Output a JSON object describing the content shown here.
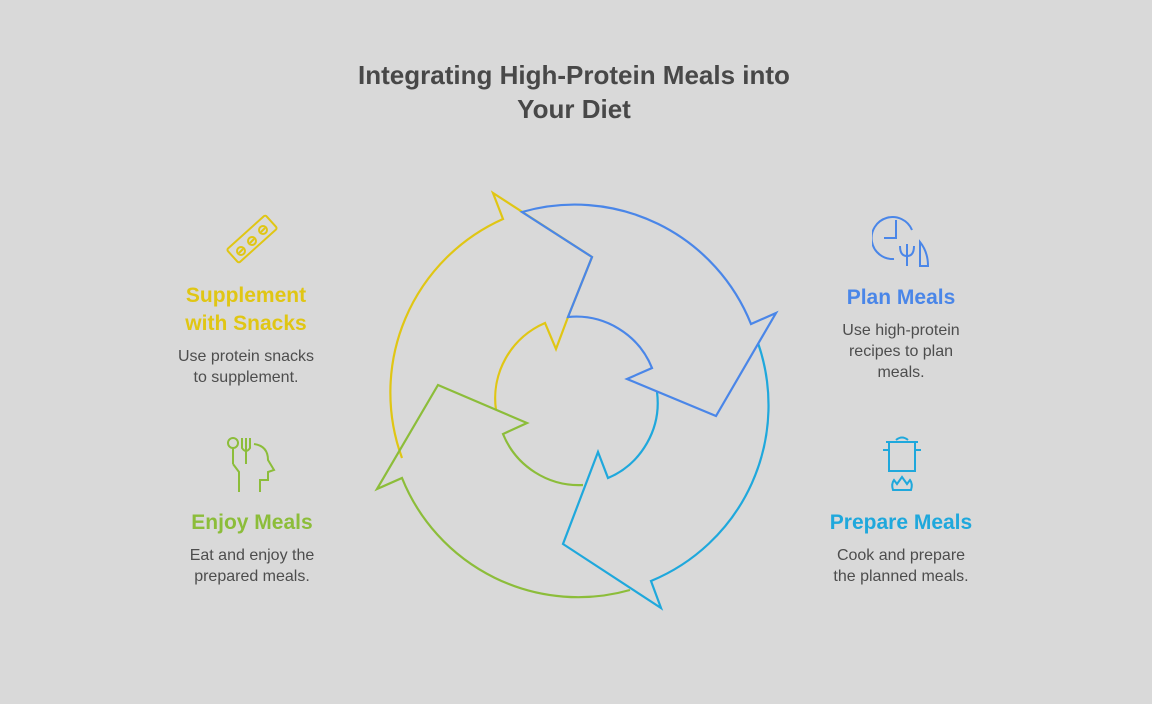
{
  "title": {
    "line1": "Integrating High-Protein Meals into",
    "line2": "Your Diet"
  },
  "steps": [
    {
      "title": "Supplement with Snacks",
      "title_line1": "Supplement",
      "title_line2": "with Snacks",
      "desc_line1": "Use protein snacks",
      "desc_line2": "to supplement.",
      "color": "#e0c614",
      "icon": "pill-strip-icon"
    },
    {
      "title": "Plan Meals",
      "desc_line1": "Use high-protein",
      "desc_line2": "recipes to plan",
      "desc_line3": "meals.",
      "color": "#4a86e8",
      "icon": "clock-utensils-icon"
    },
    {
      "title": "Prepare Meals",
      "desc_line1": "Cook and prepare",
      "desc_line2": "the planned meals.",
      "color": "#1fa8dc",
      "icon": "cooking-pot-icon"
    },
    {
      "title": "Enjoy Meals",
      "desc_line1": "Eat and enjoy the",
      "desc_line2": "prepared meals.",
      "color": "#8cbd3a",
      "icon": "head-utensils-icon"
    }
  ]
}
